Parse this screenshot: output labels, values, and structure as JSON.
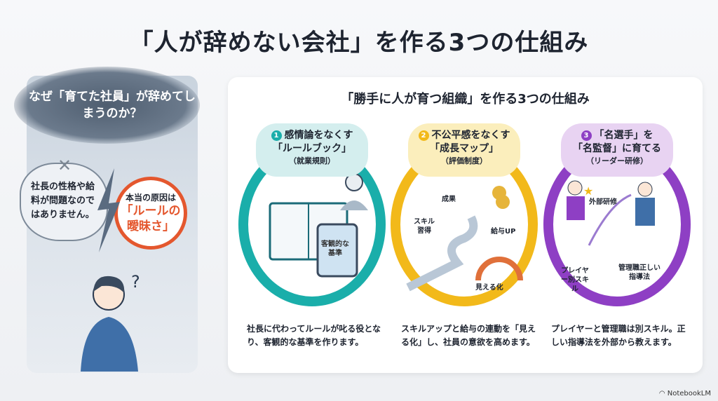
{
  "title": "「人が辞めない会社」を作る3つの仕組み",
  "left": {
    "question": "なぜ「育てた社員」が辞めてしまうのか？",
    "myth": "社長の性格や給料が問題なのではありません。",
    "cause_intro": "本当の原因は",
    "cause": "「ルールの曖昧さ」"
  },
  "right": {
    "subtitle": "「勝手に人が育つ組織」を作る3つの仕組み",
    "items": [
      {
        "num": "1",
        "head1": "感情論をなくす",
        "head2": "「ルールブック」",
        "sub": "（就業規則）",
        "tablet": "客観的な基準",
        "desc": "社長に代わってルールが叱る役となり、客観的な基準を作ります。",
        "color": "#1aaeaa"
      },
      {
        "num": "2",
        "head1": "不公平感をなくす",
        "head2": "「成長マップ」",
        "sub": "（評価制度）",
        "labels": [
          "成果",
          "スキル習得",
          "給与UP",
          "見える化"
        ],
        "desc": "スキルアップと給与の連動を「見える化」し、社員の意欲を高めます。",
        "color": "#f2b91a"
      },
      {
        "num": "3",
        "head1": "「名選手」を",
        "head2": "「名監督」に育てる",
        "sub": "（リーダー研修）",
        "labels": [
          "外部研修",
          "プレイヤー別スキル",
          "管理職正しい指導法"
        ],
        "desc": "プレイヤーと管理職は別スキル。正しい指導法を外部から教えます。",
        "color": "#8e3fc4"
      }
    ]
  },
  "brand": "NotebookLM"
}
